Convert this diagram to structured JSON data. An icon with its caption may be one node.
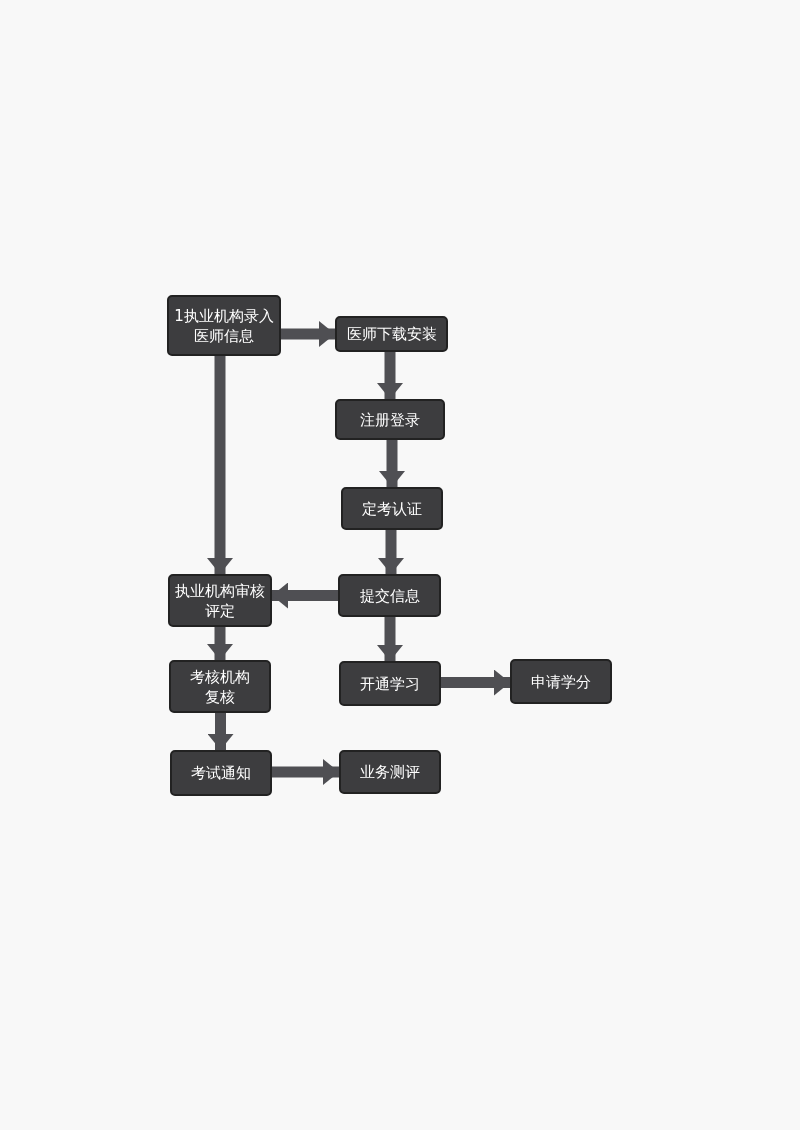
{
  "diagram": {
    "nodes": [
      {
        "text": [
          "1执业机构录入医师信息"
        ]
      },
      {
        "text": [
          "医师下载安装"
        ]
      },
      {
        "text": [
          "注册登录"
        ]
      },
      {
        "text": [
          "定考认证"
        ]
      },
      {
        "text": [
          "提交信息"
        ]
      },
      {
        "text": [
          "执业机构审核评定"
        ]
      },
      {
        "text": [
          "考核机构复核"
        ]
      },
      {
        "text": [
          "开通学习"
        ]
      },
      {
        "text": [
          "申请学分"
        ]
      },
      {
        "text": [
          "考试通知"
        ]
      },
      {
        "text": [
          "业务测评"
        ]
      }
    ],
    "edges": [
      {
        "from": 0,
        "to": 1,
        "arrow": "to"
      },
      {
        "from": 1,
        "to": 2,
        "arrow": "to"
      },
      {
        "from": 2,
        "to": 3,
        "arrow": "to"
      },
      {
        "from": 3,
        "to": 4,
        "arrow": "to"
      },
      {
        "from": 0,
        "to": 5,
        "arrow": "to"
      },
      {
        "from": 4,
        "to": 5,
        "arrow": "to"
      },
      {
        "from": 4,
        "to": 7,
        "arrow": "to"
      },
      {
        "from": 5,
        "to": 6,
        "arrow": "to"
      },
      {
        "from": 6,
        "to": 9,
        "arrow": "to"
      },
      {
        "from": 7,
        "to": 8,
        "arrow": "to"
      },
      {
        "from": 9,
        "to": 10,
        "arrow": "to"
      }
    ]
  }
}
